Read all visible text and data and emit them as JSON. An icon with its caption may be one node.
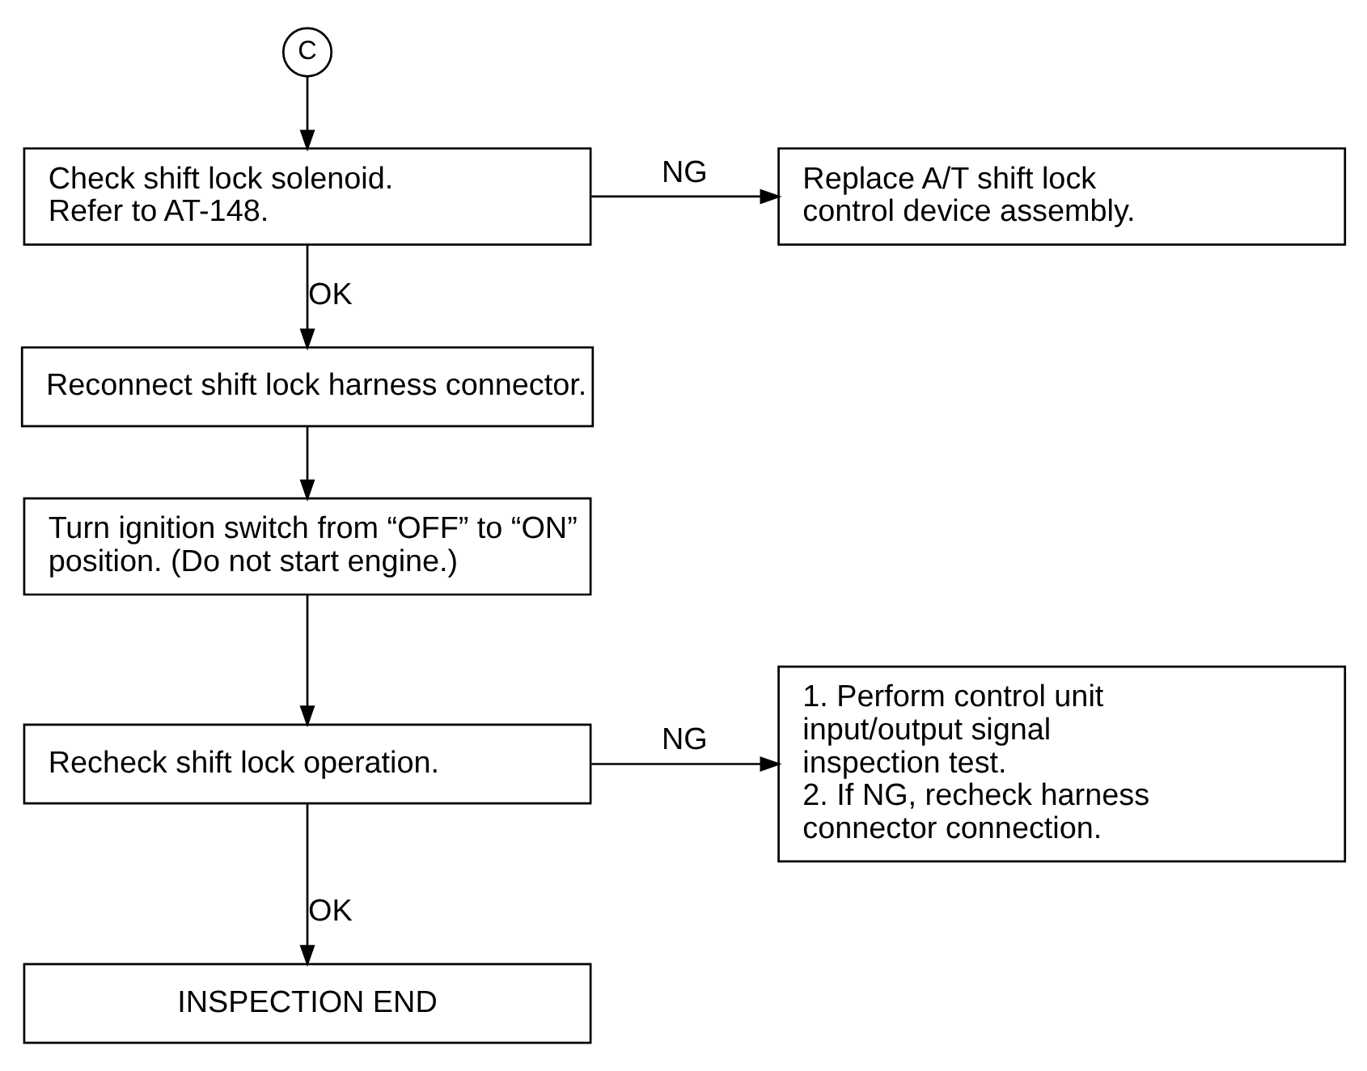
{
  "diagram": {
    "nodes": [
      {
        "text": [
          "C"
        ]
      },
      {
        "text": [
          "Check shift lock solenoid.",
          "Refer to AT-148."
        ]
      },
      {
        "text": [
          "Replace A/T shift lock control device assembly."
        ]
      },
      {
        "text": [
          "Reconnect shift lock harness connector."
        ]
      },
      {
        "text": [
          "Turn ignition switch from “OFF” to “ON” position. (Do not start engine.)"
        ]
      },
      {
        "text": [
          "Recheck shift lock operation."
        ]
      },
      {
        "text": [
          "1. Perform control unit input/output signal inspection test.",
          "2. If NG, recheck harness connector connection."
        ]
      },
      {
        "text": [
          "INSPECTION END"
        ]
      }
    ],
    "edges": [
      {
        "from": 0,
        "to": 1,
        "arrow": "to"
      },
      {
        "from": 1,
        "to": 2,
        "arrow": "to",
        "label": "NG"
      },
      {
        "from": 1,
        "to": 3,
        "arrow": "to",
        "label": "OK"
      },
      {
        "from": 3,
        "to": 4,
        "arrow": "to"
      },
      {
        "from": 4,
        "to": 5,
        "arrow": "to"
      },
      {
        "from": 5,
        "to": 6,
        "arrow": "to",
        "label": "NG"
      },
      {
        "from": 5,
        "to": 7,
        "arrow": "to",
        "label": "OK"
      }
    ]
  }
}
